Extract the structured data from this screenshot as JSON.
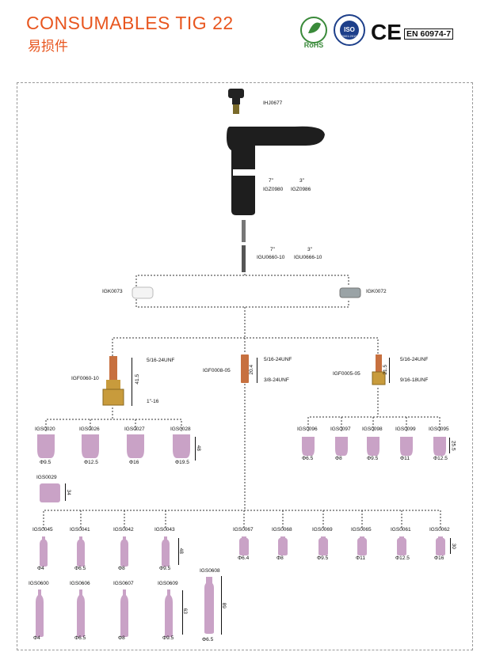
{
  "header": {
    "title": "CONSUMABLES TIG 22",
    "subtitle": "易损件",
    "rohs": "RoHS",
    "iso": "ISO",
    "iso_sub": "9001:2015",
    "ce": "CE",
    "standard": "EN 60974-7"
  },
  "torch": {
    "cap_code": "IHJ0677",
    "body_len_a": "7\"",
    "body_len_b": "3\"",
    "body_code_a": "IGZ0980",
    "body_code_b": "IGZ0986",
    "elec_len_a": "7\"",
    "elec_len_b": "3\"",
    "elec_code_a": "IGU0660-10",
    "elec_code_b": "IGU0666-10"
  },
  "insulators": {
    "left": "IGK0073",
    "right": "IGK0072"
  },
  "collets": {
    "left": {
      "code": "IGF0060-10",
      "thread_top": "5/16-24UNF",
      "thread_bottom": "1\"-16",
      "dim": "41.5"
    },
    "mid": {
      "code": "IGF0008-05",
      "thread_top": "5/16-24UNF",
      "thread_bottom": "3/8-24UNF",
      "dim": "20.4"
    },
    "right": {
      "code": "IGF0005-05",
      "thread_top": "5/16-24UNF",
      "thread_bottom": "9/16-18UNF",
      "dim": "21.5"
    }
  },
  "nozzles_large": [
    {
      "code": "IGS0020",
      "dia": "Φ9.5"
    },
    {
      "code": "IGS0026",
      "dia": "Φ12.5"
    },
    {
      "code": "IGS0027",
      "dia": "Φ16"
    },
    {
      "code": "IGS0028",
      "dia": "Φ19.5"
    }
  ],
  "nozzle_large_dim": "48",
  "nozzle_extra": {
    "code": "IGS0029",
    "dim": "34"
  },
  "nozzles_gas": [
    {
      "code": "IGS0096",
      "dia": "Φ6.5"
    },
    {
      "code": "IGS0097",
      "dia": "Φ8"
    },
    {
      "code": "IGS0098",
      "dia": "Φ9.5"
    },
    {
      "code": "IGS0099",
      "dia": "Φ11"
    },
    {
      "code": "IGS0095",
      "dia": "Φ12.5"
    }
  ],
  "nozzle_gas_dim": "25.5",
  "nozzles_row3": [
    {
      "code": "IGS0045",
      "dia": "Φ4"
    },
    {
      "code": "IGS0041",
      "dia": "Φ6.5"
    },
    {
      "code": "IGS0042",
      "dia": "Φ8"
    },
    {
      "code": "IGS0043",
      "dia": "Φ9.5"
    }
  ],
  "nozzle_row3_dim": "48",
  "nozzles_row3_right": [
    {
      "code": "IGS0067",
      "dia": "Φ6.4"
    },
    {
      "code": "IGS0068",
      "dia": "Φ8"
    },
    {
      "code": "IGS0069",
      "dia": "Φ9.5"
    },
    {
      "code": "IGS0065",
      "dia": "Φ11"
    },
    {
      "code": "IGS0061",
      "dia": "Φ12.5"
    },
    {
      "code": "IGS0062",
      "dia": "Φ16"
    }
  ],
  "nozzle_row3_right_dim": "30",
  "nozzles_row4": [
    {
      "code": "IGS0600",
      "dia": "Φ4"
    },
    {
      "code": "IGS0606",
      "dia": "Φ6.5"
    },
    {
      "code": "IGS0607",
      "dia": "Φ8"
    },
    {
      "code": "IGS0609",
      "dia": "Φ9.5"
    }
  ],
  "nozzle_row4_dim": "63",
  "nozzle_long": {
    "code": "IGS0608",
    "dia": "Φ6.5",
    "dim": "89"
  },
  "colors": {
    "brand": "#e8561f",
    "nozzle": "#c9a2c6",
    "brass": "#c89b3c",
    "copper": "#c7703f"
  }
}
